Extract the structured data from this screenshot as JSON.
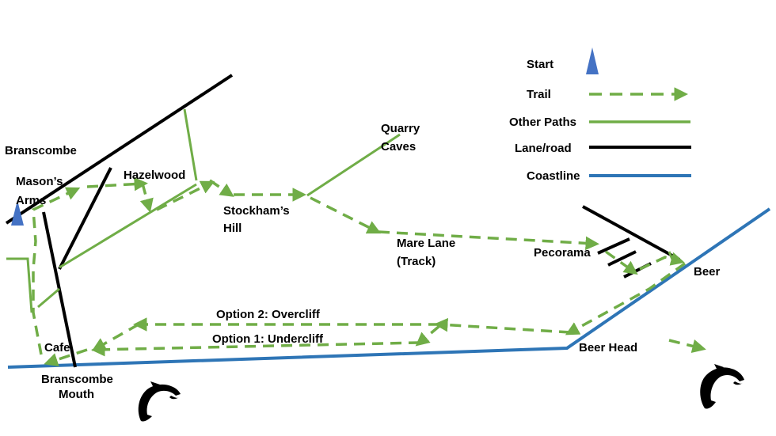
{
  "colors": {
    "trail": "#70ad47",
    "other_paths": "#70ad47",
    "lane_road": "#000000",
    "coastline": "#2e75b6",
    "start_marker": "#4472c4",
    "dolphin": "#000000"
  },
  "legend": {
    "start": "Start",
    "trail": "Trail",
    "other_paths": "Other Paths",
    "lane_road": "Lane/road",
    "coastline": "Coastline"
  },
  "places": {
    "branscombe": "Branscombe",
    "masons_arms": [
      "Mason’s",
      "Arms"
    ],
    "hazelwood": "Hazelwood",
    "stockhams_hill": [
      "Stockham’s",
      "Hill"
    ],
    "quarry_caves": [
      "Quarry",
      "Caves"
    ],
    "mare_lane": [
      "Mare Lane",
      "(Track)"
    ],
    "pecorama": "Pecorama",
    "beer": "Beer",
    "beer_head": "Beer Head",
    "cafe": "Cafe",
    "branscombe_mouth": [
      "Branscombe",
      "Mouth"
    ]
  },
  "routes": {
    "option2": "Option 2: Overcliff",
    "option1": "Option 1: Undercliff"
  },
  "icons": [
    "start-marker-icon",
    "dolphin-icon",
    "arrow-icon"
  ]
}
